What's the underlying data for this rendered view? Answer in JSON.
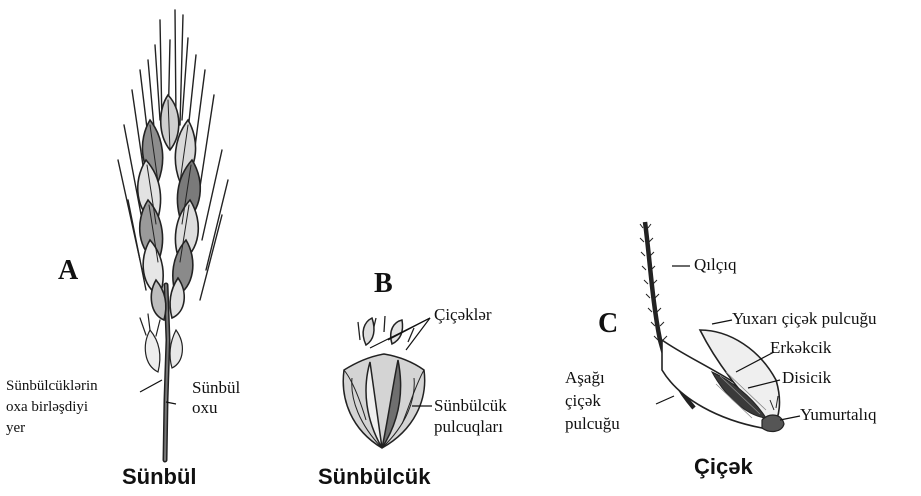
{
  "panels": {
    "a": {
      "letter": "A",
      "caption": "Sünbül",
      "labels": {
        "attachment_line1": "Sünbülcüklərin",
        "attachment_line2": "oxa birləşdiyi",
        "attachment_line3": "yer",
        "axis_line1": "Sünbül",
        "axis_line2": "oxu"
      }
    },
    "b": {
      "letter": "B",
      "caption": "Sünbülcük",
      "labels": {
        "florets": "Çiçəklər",
        "glumes_line1": "Sünbülcük",
        "glumes_line2": "pulcuqları"
      }
    },
    "c": {
      "letter": "C",
      "caption": "Çiçək",
      "labels": {
        "awn": "Qılçıq",
        "palea": "Yuxarı çiçək pulcuğu",
        "stamen": "Erkəkcik",
        "stigma": "Disicik",
        "ovary": "Yumurtalıq",
        "lemma_line1": "Aşağı",
        "lemma_line2": "çiçək",
        "lemma_line3": "pulcuğu"
      }
    }
  },
  "colors": {
    "ink": "#111111",
    "dark": "#2a2a2a",
    "mid": "#8a8a8a",
    "light": "#d8d8d8",
    "background": "#ffffff"
  }
}
